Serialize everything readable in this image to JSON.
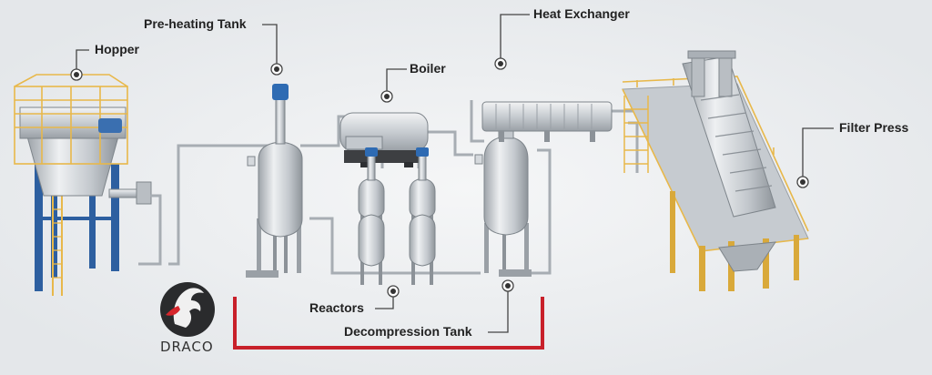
{
  "labels": {
    "hopper": "Hopper",
    "preheating_tank": "Pre-heating Tank",
    "boiler": "Boiler",
    "heat_exchanger": "Heat Exchanger",
    "filter_press": "Filter Press",
    "reactors": "Reactors",
    "decompression_tank": "Decompression Tank"
  },
  "brand": {
    "name": "DRACO"
  },
  "colors": {
    "background": "#eceef0",
    "accent_bracket": "#c8202a",
    "steel": "#c9ced3",
    "frame_blue": "#2d5fa0",
    "railing_yellow": "#e8b84a",
    "leader_line": "#444444"
  }
}
